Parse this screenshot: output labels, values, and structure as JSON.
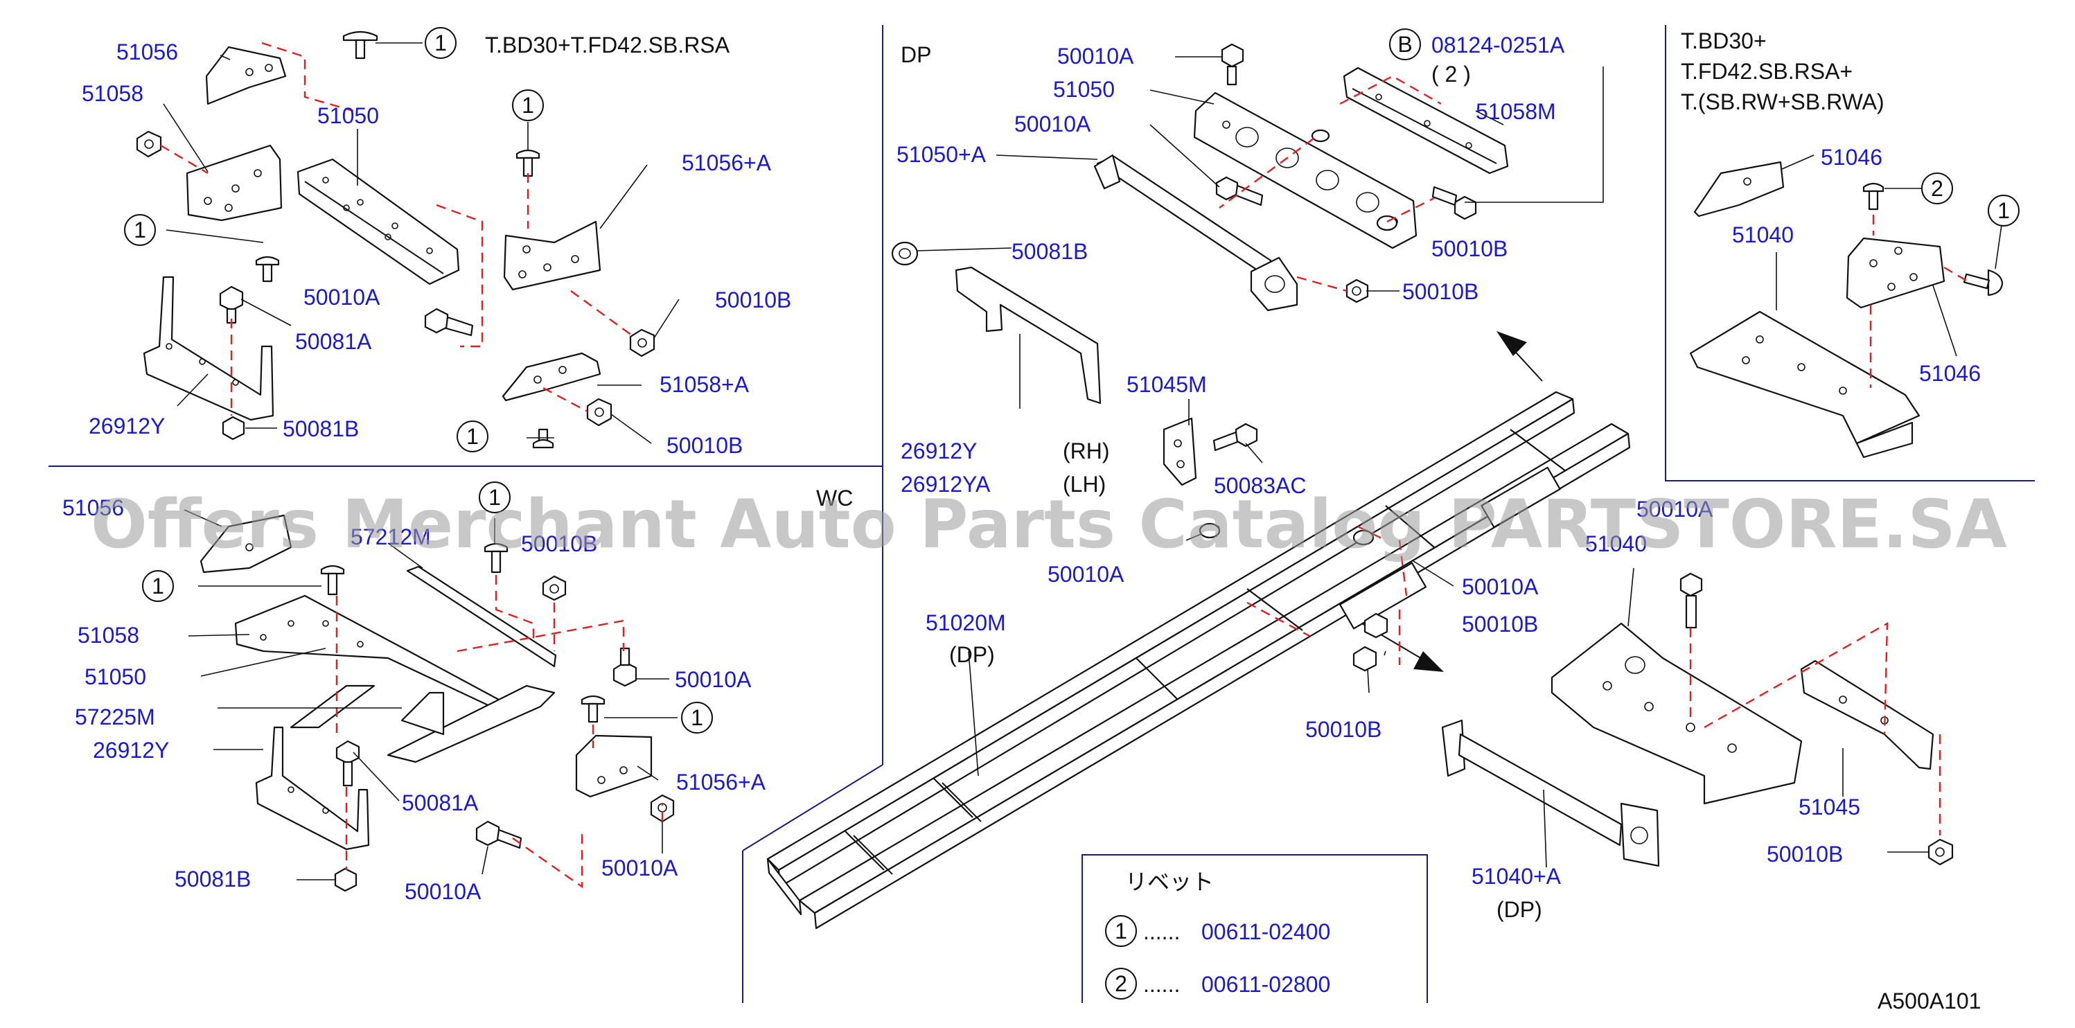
{
  "sections": {
    "top_left_title": "T.BD30+T.FD42.SB.RSA",
    "center_title": "DP",
    "wc_title": "WC",
    "right_title_1": "T.BD30+",
    "right_title_2": "T.FD42.SB.RSA+",
    "right_title_3": "T.(SB.RW+SB.RWA)"
  },
  "callouts": {
    "tl_51056": "51056",
    "tl_51058": "51058",
    "tl_51050": "51050",
    "tl_51056A": "51056+A",
    "tl_50010A": "50010A",
    "tl_50081A": "50081A",
    "tl_50010B_1": "50010B",
    "tl_26912Y": "26912Y",
    "tl_50081B": "50081B",
    "tl_51058A": "51058+A",
    "tl_50010B_2": "50010B",
    "wc_51056": "51056",
    "wc_57212": "57212M",
    "wc_50010B_top": "50010B",
    "wc_51058": "51058",
    "wc_51050": "51050",
    "wc_57225M": "57225M",
    "wc_26912Y": "26912Y",
    "wc_50010A_r": "50010A",
    "wc_50081A": "50081A",
    "wc_51056A": "51056+A",
    "wc_50081B": "50081B",
    "wc_50010A_b": "50010A",
    "wc_50010A_b2": "50010A",
    "c_50010A_top": "50010A",
    "c_08124": "08124-0251A",
    "c_qty2": "( 2 )",
    "c_51050": "51050",
    "c_51058M": "51058M",
    "c_50010A_2": "50010A",
    "c_51050A": "51050+A",
    "c_50081B": "50081B",
    "c_50010B_1": "50010B",
    "c_50010B_2": "50010B",
    "c_26912Y": "26912Y",
    "c_26912YA": "26912YA",
    "c_RH": "(RH)",
    "c_LH": "(LH)",
    "c_51045M": "51045M",
    "c_50083AC": "50083AC",
    "c_50010A_3": "50010A",
    "c_50010A_4": "50010A",
    "c_50010B_3": "50010B",
    "c_51020M": "51020M",
    "c_DP1": "(DP)",
    "c_50010B_4": "50010B",
    "r_51046_1": "51046",
    "r_51040": "51040",
    "r_51046_2": "51046",
    "br_50010A": "50010A",
    "br_51040": "51040",
    "br_51045": "51045",
    "br_50010B": "50010B",
    "br_51040A": "51040+A",
    "br_DP": "(DP)"
  },
  "legend": {
    "title": "リベット",
    "items": [
      {
        "num": "1",
        "dots": "......",
        "part": "00611-02400"
      },
      {
        "num": "2",
        "dots": "......",
        "part": "00611-02800"
      }
    ]
  },
  "circle_refs": {
    "one": "1",
    "two": "2",
    "b": "B"
  },
  "footer_code": "A500A101",
  "watermark": "Offers Merchant Auto Parts Catalog PARTSTORE.SA",
  "colors": {
    "label_blue": "#1a1acc",
    "dash_red": "#e02020",
    "frame_navy": "#1a1a80"
  }
}
